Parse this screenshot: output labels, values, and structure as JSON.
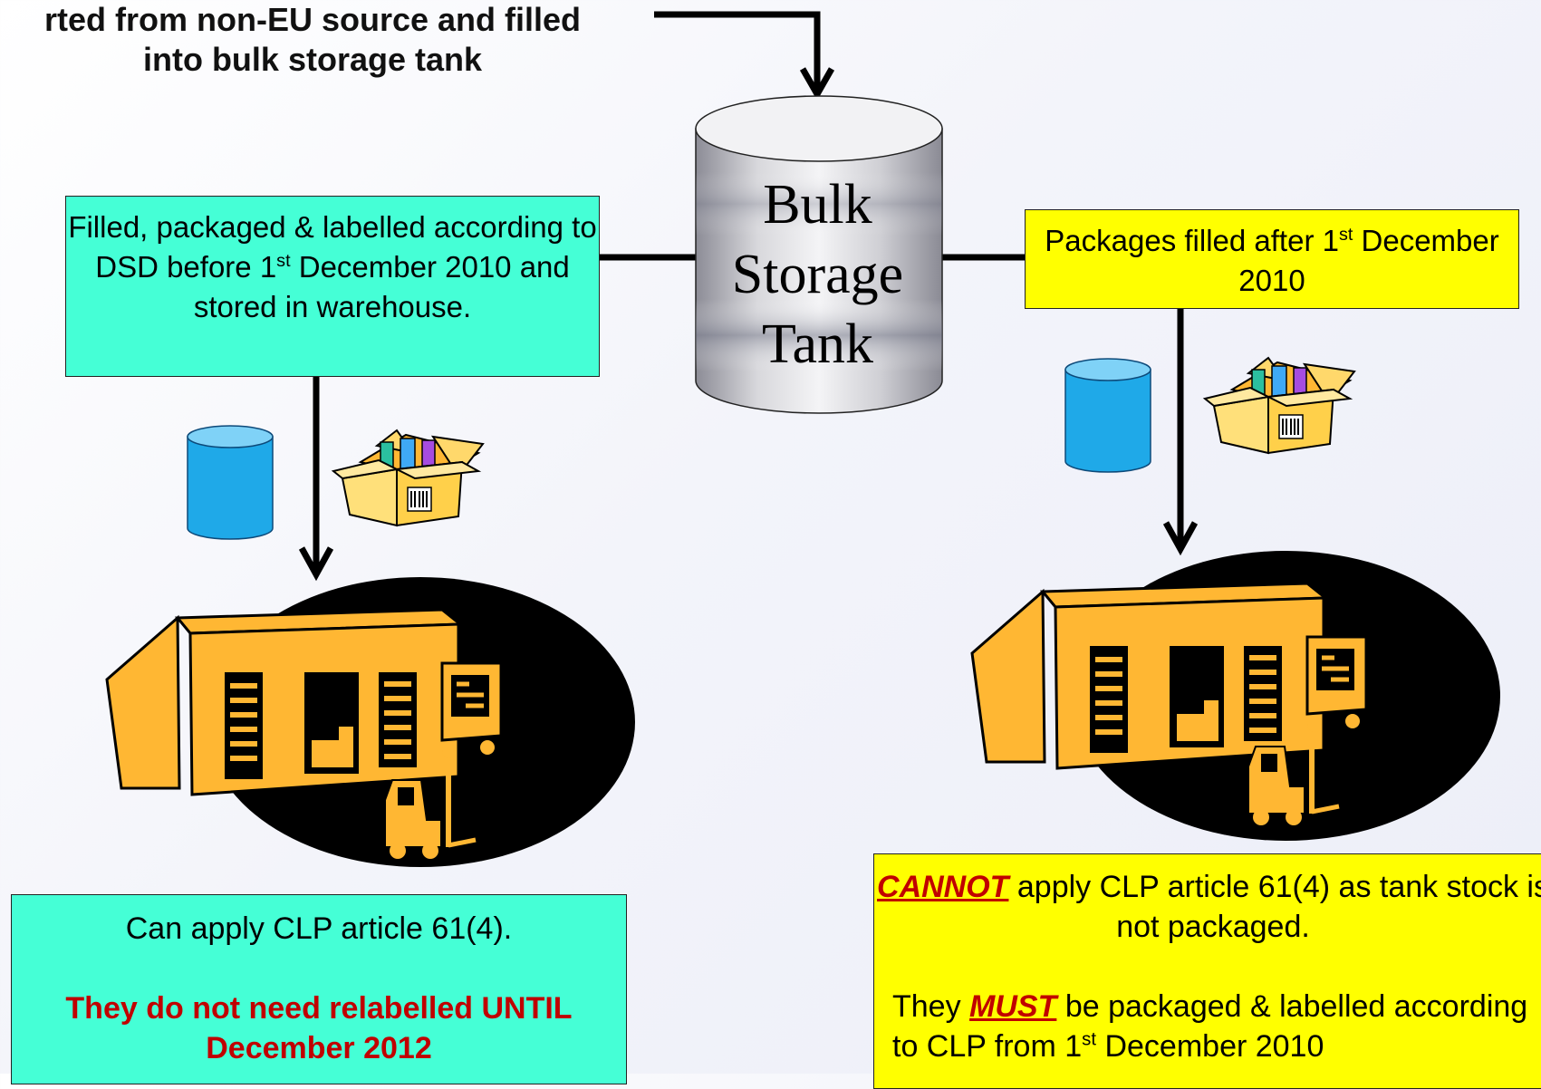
{
  "source": {
    "text": "rted from non-EU source and filled\ninto bulk storage tank"
  },
  "tank": {
    "line1": "Bulk",
    "line2": "Storage",
    "line3": "Tank"
  },
  "left_box": {
    "text_before_sup": "Filled, packaged & labelled according to DSD before 1",
    "sup": "st",
    "text_after_sup": " December 2010 and stored in warehouse."
  },
  "right_box": {
    "text_before_sup": "Packages filled after 1",
    "sup": "st",
    "text_after_sup": " December 2010"
  },
  "left_result": {
    "line1": "Can apply CLP article 61(4).",
    "warning": "They do not need relabelled UNTIL December 2012"
  },
  "right_result": {
    "emph1": "CANNOT",
    "text1": " apply CLP article 61(4) as tank stock is not packaged.",
    "text2_start": "They ",
    "emph2": "MUST",
    "text2_mid": " be packaged & labelled according to CLP from 1",
    "sup": "st",
    "text2_end": " December 2010"
  },
  "colors": {
    "teal_box": "#45ffd6",
    "yellow_box": "#ffff00",
    "warning_red": "#c00000",
    "warehouse_orange": "#ffb733",
    "container_blue": "#1fa9e8"
  },
  "icons": [
    "warehouse-icon",
    "forklift-icon",
    "container-icon",
    "package-box-icon"
  ]
}
